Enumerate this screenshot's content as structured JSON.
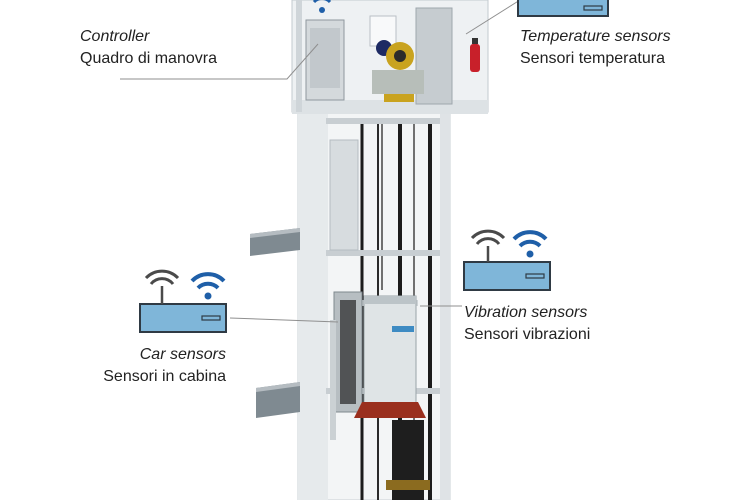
{
  "labels": {
    "controller": {
      "en": "Controller",
      "it": "Quadro di manovra"
    },
    "temperature": {
      "en": "Temperature sensors",
      "it": "Sensori temperatura"
    },
    "vibration": {
      "en": "Vibration sensors",
      "it": "Sensori vibrazioni"
    },
    "car": {
      "en": "Car sensors",
      "it": "Sensori in cabina"
    }
  },
  "colors": {
    "sensor_box": "#7fb6d9",
    "wifi_blue": "#1f5fa8",
    "wifi_gray": "#4a4a4a",
    "shaft": "#f2f4f5",
    "machine_room": "#e9ecef",
    "floor_platform": "#7f8a91",
    "car_floor": "#9a2f1e",
    "cable": "#1c1c1c",
    "extinguisher": "#c8202a"
  },
  "icons": [
    "wifi-icon",
    "sensor-router-icon",
    "fire-extinguisher-icon",
    "gear-motor-icon"
  ]
}
